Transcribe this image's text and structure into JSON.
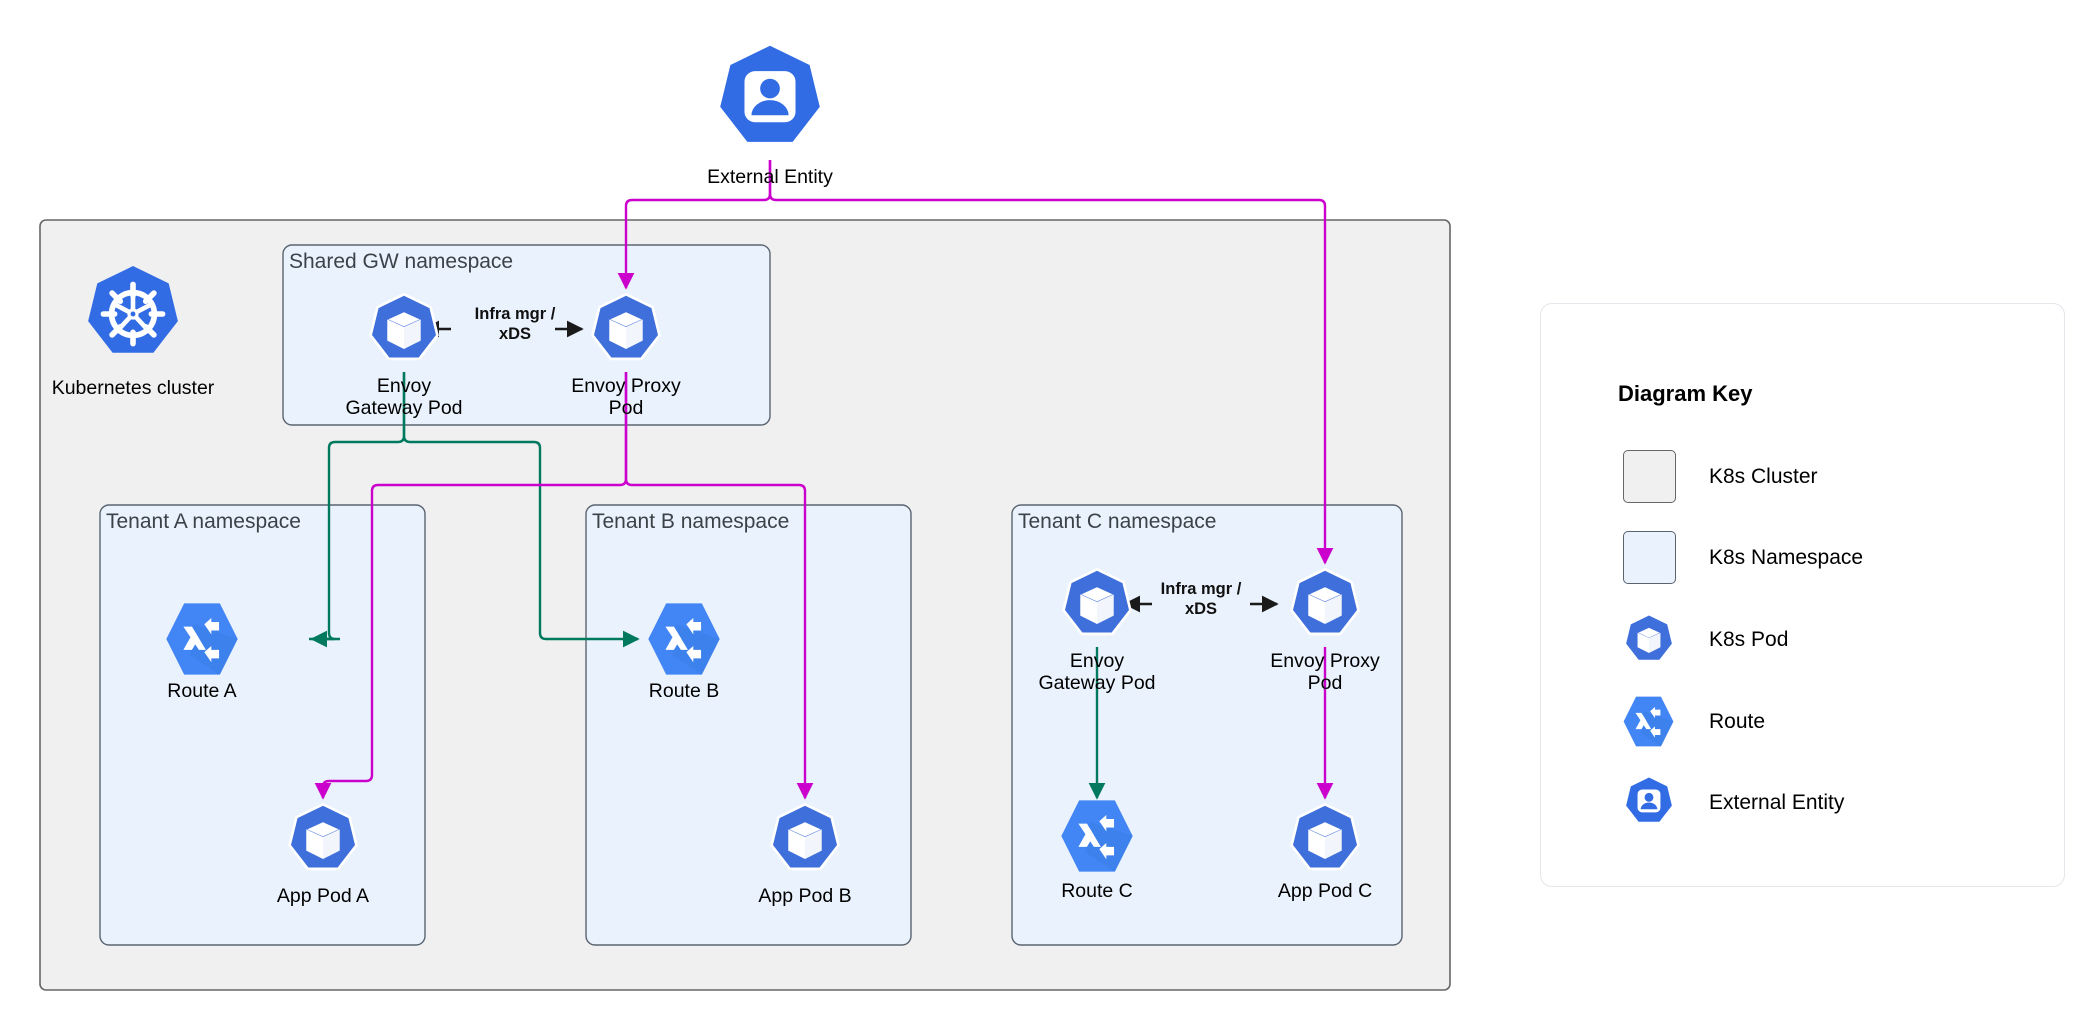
{
  "diagram": {
    "title": "Envoy Gateway multi-tenant Kubernetes topology",
    "colors": {
      "k8s_blue": "#326ce5",
      "pod_blue": "#3f6fdb",
      "route_blue": "#4285f4",
      "cluster_fill": "#f0f0f0",
      "cluster_stroke": "#666666",
      "namespace_fill": "#eaf2fd",
      "namespace_stroke": "#5a6470",
      "green_edge": "#00795f",
      "magenta_edge": "#cc00cc",
      "black_edge": "#1a1a1a",
      "legend_border": "#e3e6ea"
    },
    "external_entity": {
      "label": "External Entity",
      "icon": "external-entity-icon"
    },
    "cluster": {
      "icon": "kubernetes-wheel-icon",
      "icon_label": "Kubernetes cluster"
    },
    "namespaces": [
      {
        "id": "shared-gw",
        "title": "Shared GW namespace",
        "nodes": [
          {
            "id": "envoy-gateway-pod-shared",
            "label": "Envoy\nGateway Pod",
            "icon": "k8s-pod-icon"
          },
          {
            "id": "envoy-proxy-pod-shared",
            "label": "Envoy Proxy\nPod",
            "icon": "k8s-pod-icon"
          }
        ],
        "edge_label": "Infra mgr /\nxDS"
      },
      {
        "id": "tenant-a",
        "title": "Tenant A namespace",
        "nodes": [
          {
            "id": "route-a",
            "label": "Route A",
            "icon": "route-icon"
          },
          {
            "id": "app-pod-a",
            "label": "App Pod A",
            "icon": "k8s-pod-icon"
          }
        ]
      },
      {
        "id": "tenant-b",
        "title": "Tenant B namespace",
        "nodes": [
          {
            "id": "route-b",
            "label": "Route B",
            "icon": "route-icon"
          },
          {
            "id": "app-pod-b",
            "label": "App Pod B",
            "icon": "k8s-pod-icon"
          }
        ]
      },
      {
        "id": "tenant-c",
        "title": "Tenant C namespace",
        "nodes": [
          {
            "id": "envoy-gateway-pod-c",
            "label": "Envoy\nGateway Pod",
            "icon": "k8s-pod-icon"
          },
          {
            "id": "envoy-proxy-pod-c",
            "label": "Envoy Proxy\nPod",
            "icon": "k8s-pod-icon"
          },
          {
            "id": "route-c",
            "label": "Route C",
            "icon": "route-icon"
          },
          {
            "id": "app-pod-c",
            "label": "App Pod C",
            "icon": "k8s-pod-icon"
          }
        ],
        "edge_label": "Infra mgr /\nxDS"
      }
    ],
    "legend": {
      "title": "Diagram Key",
      "items": [
        {
          "id": "k8s-cluster",
          "label": "K8s Cluster",
          "swatch": "gray-square",
          "color": "#f0f0f0"
        },
        {
          "id": "k8s-namespace",
          "label": "K8s Namespace",
          "swatch": "blue-square",
          "color": "#eaf2fd"
        },
        {
          "id": "k8s-pod",
          "label": "K8s Pod",
          "swatch": "k8s-pod-icon",
          "color": "#3f6fdb"
        },
        {
          "id": "route",
          "label": "Route",
          "swatch": "route-icon",
          "color": "#4285f4"
        },
        {
          "id": "external-entity",
          "label": "External Entity",
          "swatch": "external-entity-icon",
          "color": "#326ce5"
        }
      ]
    }
  }
}
